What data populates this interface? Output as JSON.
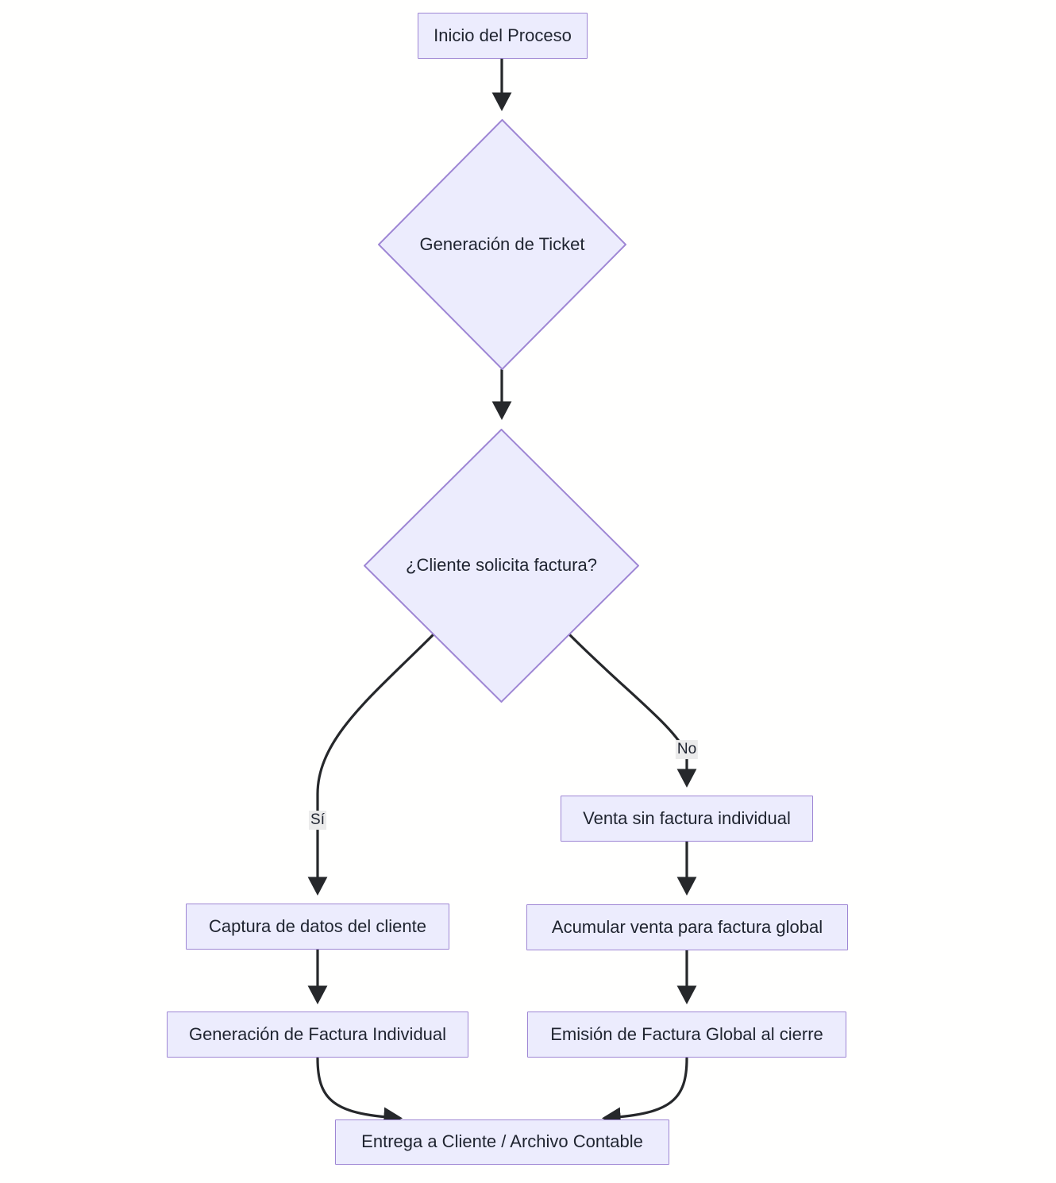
{
  "diagram": {
    "type": "flowchart",
    "direction": "top-down",
    "background_color": "#fffffe",
    "node_fill_color": "#ececfd",
    "node_border_color": "#9e86d4",
    "node_text_color": "#1f2430",
    "edge_color": "#26282b",
    "edge_label_background": "#ebebeb",
    "nodes": [
      {
        "id": "inicio",
        "shape": "rectangle",
        "label": "Inicio del Proceso"
      },
      {
        "id": "ticket",
        "shape": "diamond",
        "label": "Generación de Ticket"
      },
      {
        "id": "decision",
        "shape": "diamond",
        "label": "¿Cliente solicita factura?"
      },
      {
        "id": "captura",
        "shape": "rectangle",
        "label": "Captura de datos del cliente"
      },
      {
        "id": "sinfact",
        "shape": "rectangle",
        "label": "Venta sin factura individual"
      },
      {
        "id": "genfact",
        "shape": "rectangle",
        "label": "Generación de Factura Individual"
      },
      {
        "id": "acumular",
        "shape": "rectangle",
        "label": "Acumular venta para factura global"
      },
      {
        "id": "global",
        "shape": "rectangle",
        "label": "Emisión de Factura Global al cierre"
      },
      {
        "id": "entrega",
        "shape": "rectangle",
        "label": "Entrega a Cliente / Archivo Contable"
      }
    ],
    "edges": [
      {
        "from": "inicio",
        "to": "ticket",
        "label": ""
      },
      {
        "from": "ticket",
        "to": "decision",
        "label": ""
      },
      {
        "from": "decision",
        "to": "captura",
        "label": "Sí"
      },
      {
        "from": "decision",
        "to": "sinfact",
        "label": "No"
      },
      {
        "from": "captura",
        "to": "genfact",
        "label": ""
      },
      {
        "from": "sinfact",
        "to": "acumular",
        "label": ""
      },
      {
        "from": "acumular",
        "to": "global",
        "label": ""
      },
      {
        "from": "genfact",
        "to": "entrega",
        "label": ""
      },
      {
        "from": "global",
        "to": "entrega",
        "label": ""
      }
    ],
    "edge_labels": {
      "yes": "Sí",
      "no": "No"
    }
  }
}
